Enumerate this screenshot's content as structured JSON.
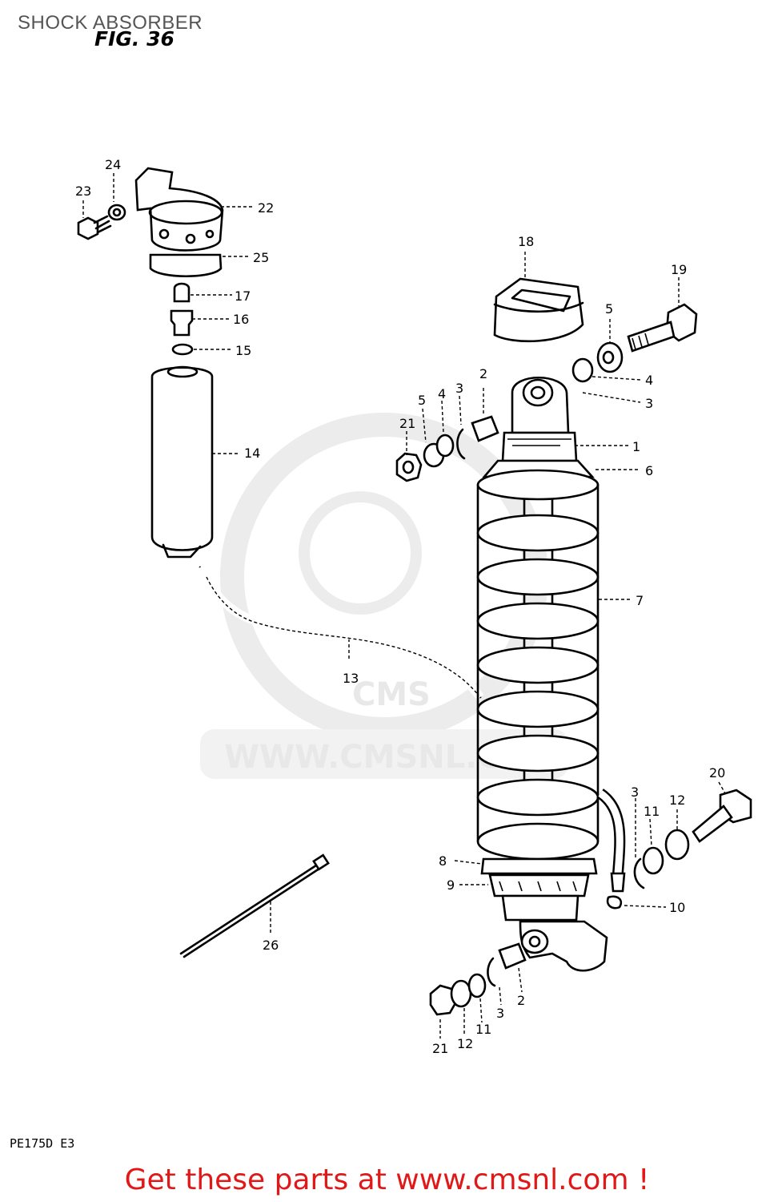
{
  "page": {
    "title": "SHOCK ABSORBER",
    "figure_label": "FIG. 36",
    "model_code": "PE175D  E3",
    "footer_cta": "Get these parts at www.cmsnl.com !"
  },
  "watermark": {
    "text": "WWW.CMSNL.COM",
    "logo_text": "CMS"
  },
  "callouts": [
    "1",
    "2",
    "3",
    "4",
    "5",
    "6",
    "7",
    "8",
    "9",
    "10",
    "11",
    "12",
    "13",
    "14",
    "15",
    "16",
    "17",
    "18",
    "19",
    "20",
    "21",
    "22",
    "23",
    "24",
    "25",
    "26"
  ]
}
